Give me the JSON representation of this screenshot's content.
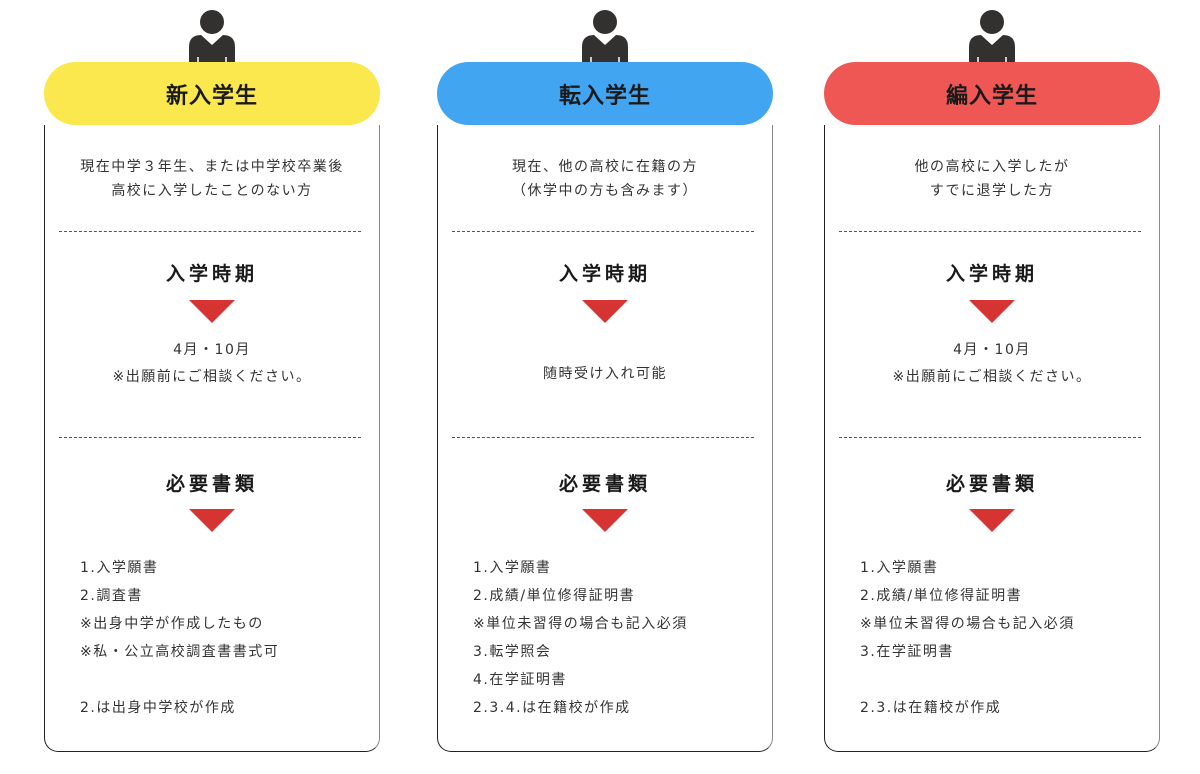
{
  "colors": {
    "yellow": "#fbe84e",
    "blue": "#42a5f1",
    "red": "#ee5753",
    "arrow": "#d63333",
    "icon": "#333030"
  },
  "columns": [
    {
      "title": "新入学生",
      "color": "#fbe84e",
      "icon": "person-icon",
      "description": [
        "現在中学３年生、または中学校卒業後",
        "高校に入学したことのない方"
      ],
      "period_title": "入学時期",
      "period": [
        "4月・10月",
        "※出願前にご相談ください。"
      ],
      "docs_title": "必要書類",
      "docs": [
        "1.入学願書",
        "2.調査書",
        "※出身中学が作成したもの",
        "※私・公立高校調査書書式可",
        "",
        "2.は出身中学校が作成"
      ]
    },
    {
      "title": "転入学生",
      "color": "#42a5f1",
      "icon": "person-icon",
      "description": [
        "現在、他の高校に在籍の方",
        "（休学中の方も含みます）"
      ],
      "period_title": "入学時期",
      "period": [
        "随時受け入れ可能"
      ],
      "docs_title": "必要書類",
      "docs": [
        "1.入学願書",
        "2.成績/単位修得証明書",
        "※単位未習得の場合も記入必須",
        "3.転学照会",
        "4.在学証明書",
        "2.3.4.は在籍校が作成"
      ]
    },
    {
      "title": "編入学生",
      "color": "#ee5753",
      "icon": "person-icon",
      "description": [
        "他の高校に入学したが",
        "すでに退学した方"
      ],
      "period_title": "入学時期",
      "period": [
        "4月・10月",
        "※出願前にご相談ください。"
      ],
      "docs_title": "必要書類",
      "docs": [
        "1.入学願書",
        "2.成績/単位修得証明書",
        "※単位未習得の場合も記入必須",
        "3.在学証明書",
        "",
        "2.3.は在籍校が作成"
      ]
    }
  ]
}
